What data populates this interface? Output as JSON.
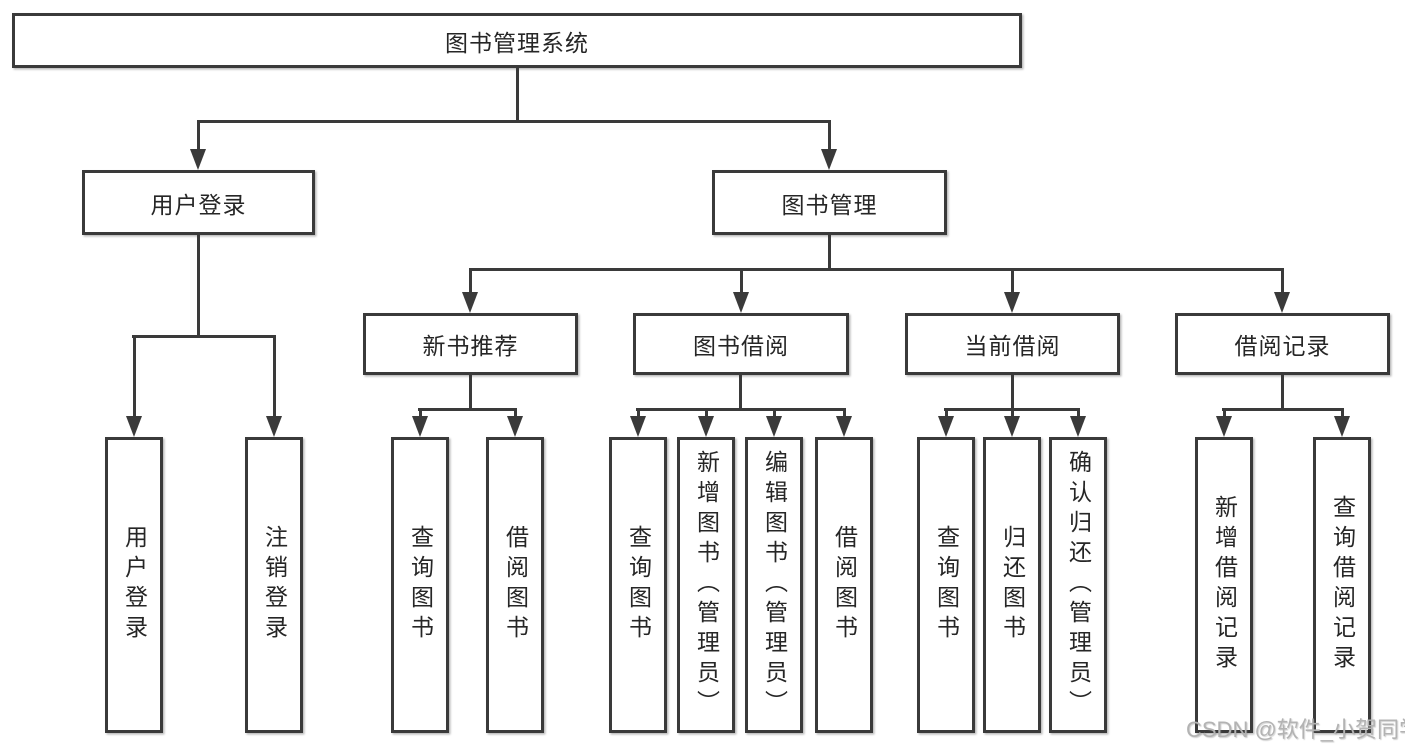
{
  "nodes": {
    "root": {
      "label": "图书管理系统"
    },
    "user_login": {
      "label": "用户登录"
    },
    "book_mgmt": {
      "label": "图书管理"
    },
    "new_book_rec": {
      "label": "新书推荐"
    },
    "book_borrow": {
      "label": "图书借阅"
    },
    "current_borrow": {
      "label": "当前借阅"
    },
    "borrow_records": {
      "label": "借阅记录"
    },
    "leaves": {
      "user_login_1": "用户登录",
      "user_login_2": "注销登录",
      "new_book_1": "查询图书",
      "new_book_2": "借阅图书",
      "borrow_1": "查询图书",
      "borrow_2": "新增图书（管理员）",
      "borrow_3": "编辑图书（管理员）",
      "borrow_4": "借阅图书",
      "current_1": "查询图书",
      "current_2": "归还图书",
      "current_3": "确认归还（管理员）",
      "records_1": "新增借阅记录",
      "records_2": "查询借阅记录"
    }
  },
  "watermark": "CSDN @软件_小贺同学",
  "colors": {
    "line": "#3a3a3a",
    "box_border": "#3a3a3a",
    "text": "#262626",
    "watermark": "#b3b3b3",
    "background": "#ffffff"
  }
}
